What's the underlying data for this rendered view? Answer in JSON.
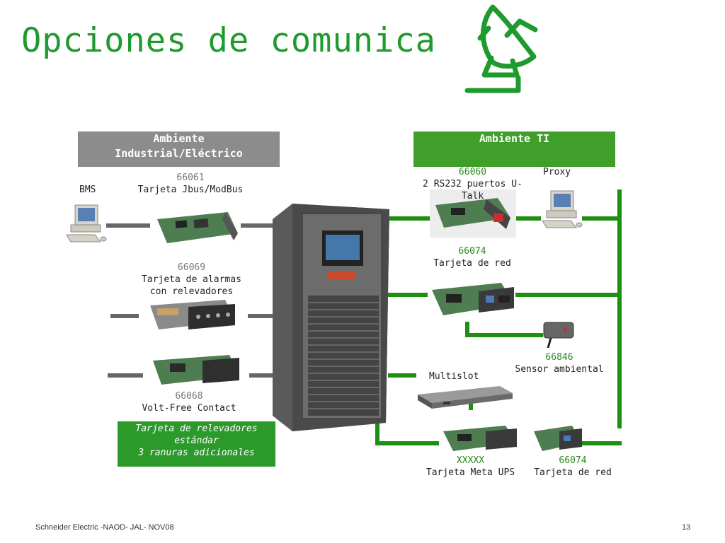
{
  "slide": {
    "title": "Opciones de comunica",
    "footer": "Schneider Electric -NAOD- JAL- NOV08",
    "page_number": "13"
  },
  "headers": {
    "industrial_line1": "Ambiente",
    "industrial_line2": "Industrial/Eléctrico",
    "ti": "Ambiente TI"
  },
  "industrial": {
    "bms": "BMS",
    "card1_code": "66061",
    "card1_name": "Tarjeta Jbus/ModBus",
    "card2_code": "66069",
    "card2_line1": "Tarjeta de alarmas",
    "card2_line2": "con relevadores",
    "card3_code": "66068",
    "card3_name": "Volt-Free Contact",
    "box_line1": "Tarjeta de relevadores",
    "box_line2": "estándar",
    "box_line3": "3 ranuras adicionales"
  },
  "ti": {
    "card1_code": "66060",
    "card1_line1": "2 RS232 puertos U-",
    "card1_line2": "Talk",
    "proxy": "Proxy",
    "card2_code": "66074",
    "card2_name": "Tarjeta de red",
    "sensor_code": "66846",
    "sensor_name": "Sensor ambiental",
    "multislot": "Multislot",
    "meta_code": "XXXXX",
    "meta_name": "Tarjeta Meta UPS",
    "net2_code": "66074",
    "net2_name": "Tarjeta de red"
  },
  "colors": {
    "title_green": "#1e9a2e",
    "ti_green": "#3f9f2a",
    "industrial_grey": "#8c8c8c",
    "line_green": "#1e8f12"
  },
  "icons": {
    "logo": "satellite-dish-icon",
    "computer": "computer-icon",
    "ups": "ups-cabinet-icon",
    "card": "interface-card-icon",
    "sensor": "sensor-icon",
    "chassis": "multislot-chassis-icon"
  }
}
